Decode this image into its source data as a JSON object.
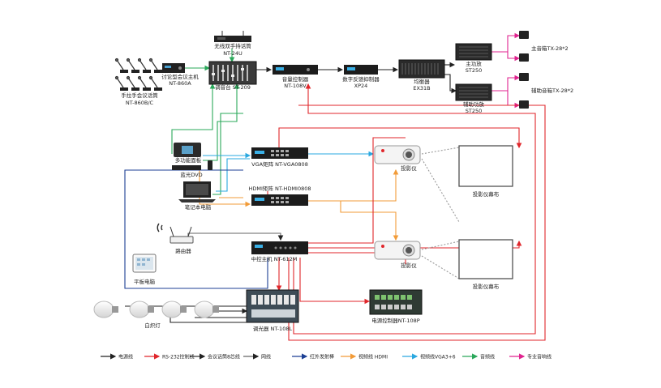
{
  "labels": {
    "wireless_mic": "无线双手持话筒",
    "wireless_mic_model": "NT-24U",
    "conf_host": "讨论型会议主机",
    "conf_host_model": "NT-860A",
    "hand_mic": "手拉手会议话筒",
    "hand_mic_model": "NT-860B/C",
    "mixer": "调音台 ST-209",
    "audio_ctrl": "音量控制器",
    "audio_ctrl_model": "NT-108V",
    "feedback": "数字反馈抑制器",
    "feedback_model": "XP24",
    "divider": "均衡器",
    "divider_model": "EX31B",
    "main_amp": "主功放",
    "main_amp_model": "ST250",
    "aux_amp": "辅助功放",
    "aux_amp_model": "ST250",
    "main_spk": "主音箱TX-28*2",
    "aux_spk": "辅助音箱TX-28*2",
    "multi_panel": "多功能面板",
    "bluray": "蓝光DVD",
    "vga_matrix": "VGA矩阵 NT-VGA0808",
    "hdmi_matrix": "HDMI矩阵 NT-HDMI0808",
    "laptop": "笔记本电脑",
    "projector1": "投影仪",
    "screen1": "投影仪幕布",
    "projector2": "投影仪",
    "screen2": "投影仪幕布",
    "router": "路由器",
    "tablet": "平板电脑",
    "central": "中控主机 NT-612M",
    "power_ctrl": "电源控制器NT-108P",
    "lamps": "白炽灯",
    "dimmer": "调光器 NT-108L"
  },
  "legend": [
    {
      "label": "电源线",
      "color": "#222222"
    },
    {
      "label": "RS-232控制线",
      "color": "#e0262b"
    },
    {
      "label": "会议话筒8芯线",
      "color": "#333333"
    },
    {
      "label": "网线",
      "color": "#666666"
    },
    {
      "label": "红外发射棒",
      "color": "#1c3f94"
    },
    {
      "label": "视频线 HDMI",
      "color": "#f29b38"
    },
    {
      "label": "视频线VGA3+6",
      "color": "#2aa8e0"
    },
    {
      "label": "音频线",
      "color": "#2aa85a"
    },
    {
      "label": "专业音响线",
      "color": "#e0238f"
    }
  ]
}
